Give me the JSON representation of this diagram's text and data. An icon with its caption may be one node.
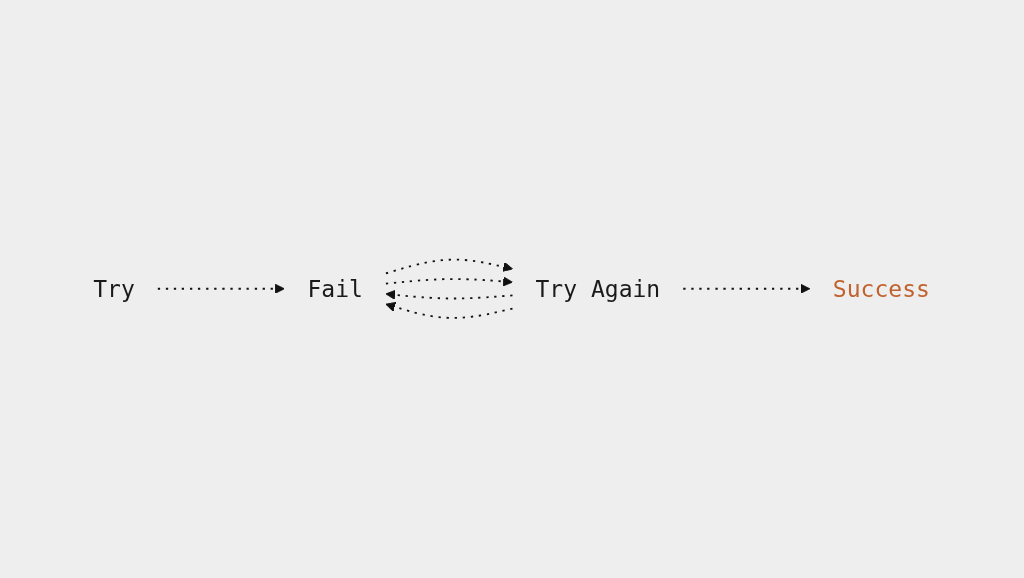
{
  "diagram": {
    "nodes": [
      {
        "text": [
          "Try"
        ]
      },
      {
        "text": [
          "Fail"
        ]
      },
      {
        "text": [
          "Try Again"
        ]
      },
      {
        "text": [
          "Success"
        ]
      }
    ],
    "edges": [
      {
        "from": 0,
        "to": 1,
        "arrow": "to",
        "style": "dashed"
      },
      {
        "from": 2,
        "to": 1,
        "arrow": "to",
        "style": "dashed"
      },
      {
        "from": 2,
        "to": 1,
        "arrow": "to",
        "style": "dashed"
      },
      {
        "from": 1,
        "to": 2,
        "arrow": "to",
        "style": "dashed"
      },
      {
        "from": 1,
        "to": 2,
        "arrow": "to",
        "style": "dashed"
      },
      {
        "from": 2,
        "to": 3,
        "arrow": "to",
        "style": "dashed"
      }
    ]
  }
}
